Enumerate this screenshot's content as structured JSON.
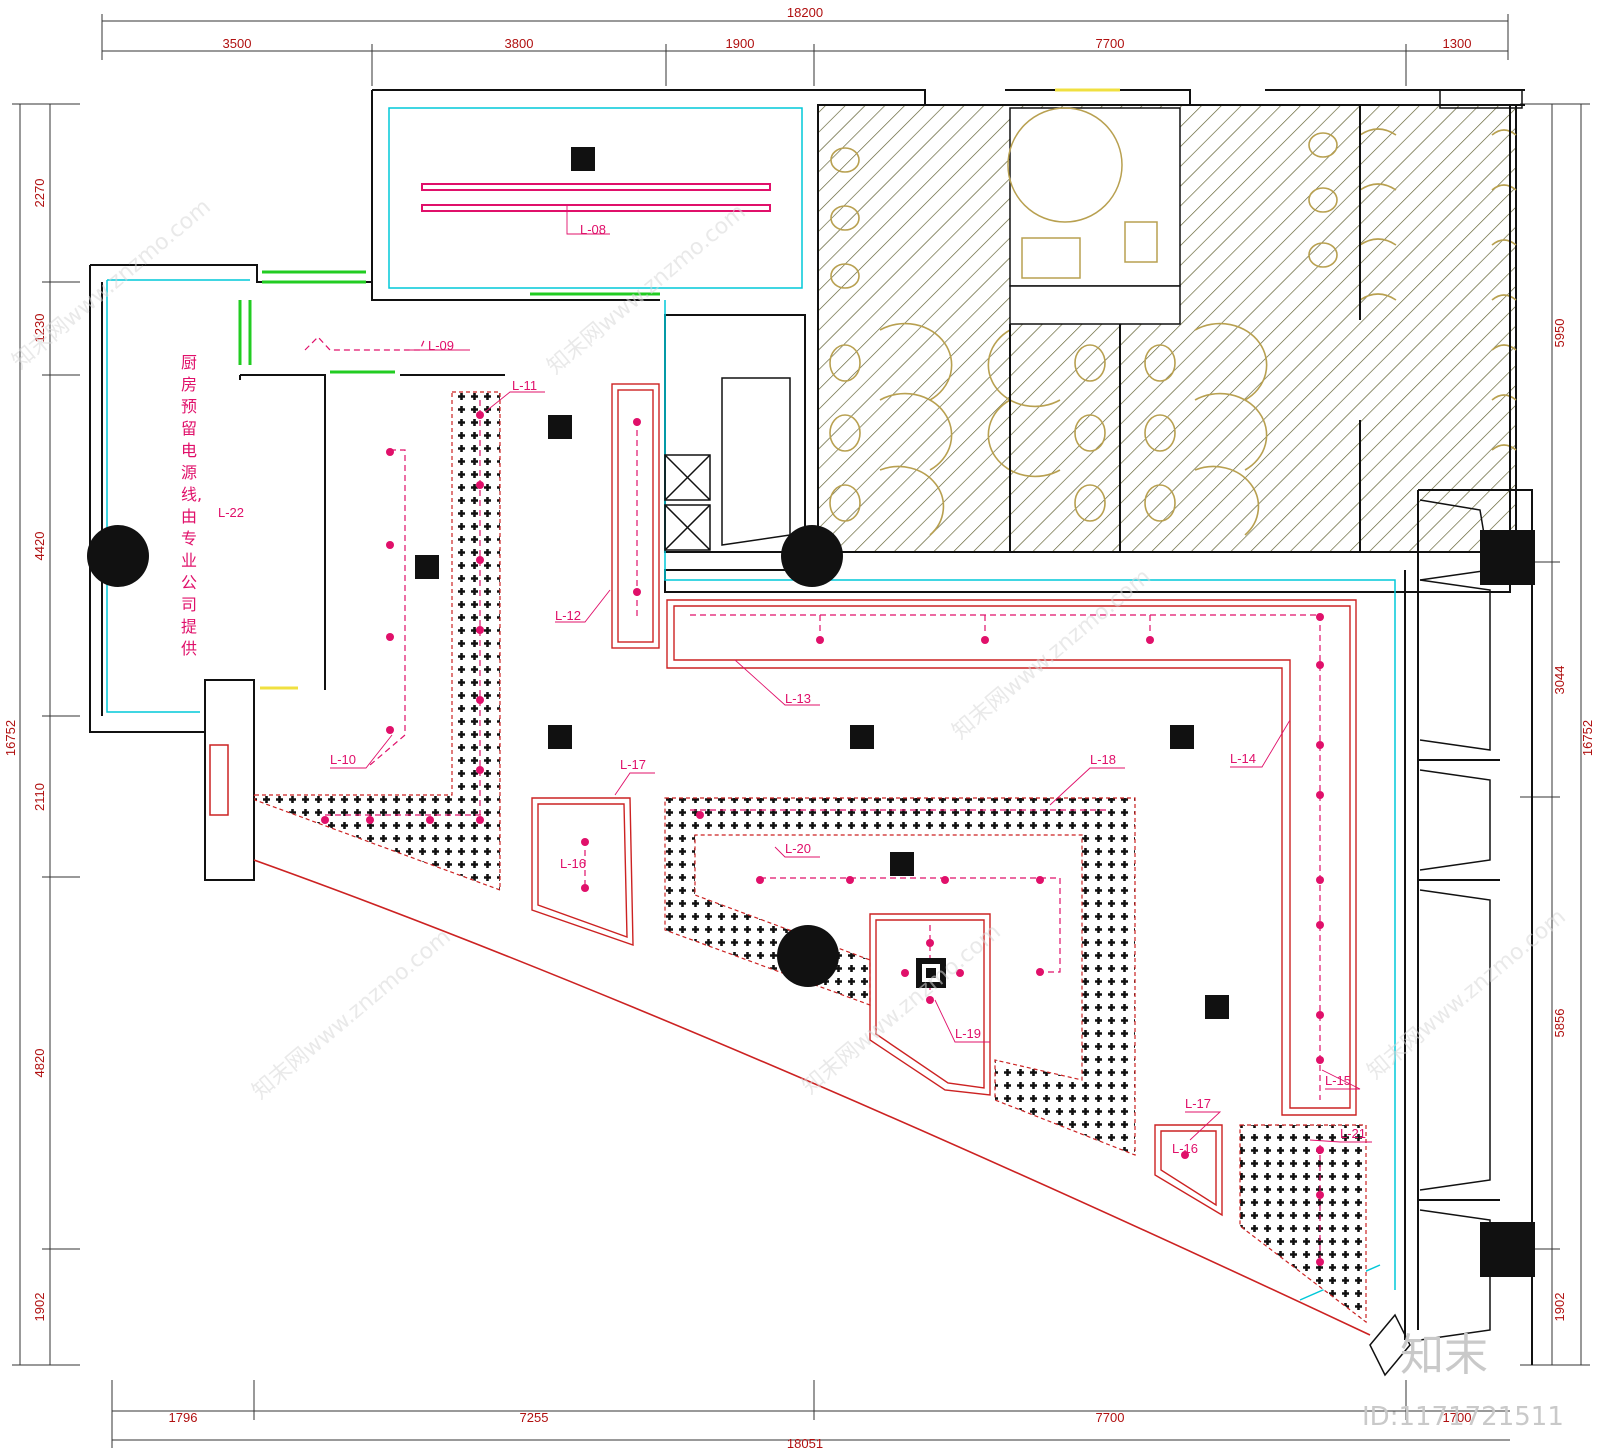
{
  "dimensions": {
    "top_total": "18200",
    "top": [
      "3500",
      "3800",
      "1900",
      "7700",
      "1300"
    ],
    "bottom_total": "18051",
    "bottom": [
      "1796",
      "7255",
      "7700",
      "1700"
    ],
    "left_total": "16752",
    "left": [
      "2270",
      "1230",
      "4420",
      "2110",
      "4820",
      "1902"
    ],
    "right_total": "16752",
    "right": [
      "5950",
      "3044",
      "5856",
      "1902"
    ]
  },
  "labels": {
    "l08": "L-08",
    "l09": "L-09",
    "l10": "L-10",
    "l11": "L-11",
    "l12": "L-12",
    "l13": "L-13",
    "l14": "L-14",
    "l15": "L-15",
    "l16a": "L-16",
    "l16b": "L-16",
    "l17a": "L-17",
    "l17b": "L-17",
    "l18": "L-18",
    "l19": "L-19",
    "l20": "L-20",
    "l21": "L-21",
    "l22": "L-22"
  },
  "kitchen_note": [
    "厨",
    "房",
    "预",
    "留",
    "电",
    "源",
    "线,",
    "由",
    "专",
    "业",
    "公",
    "司",
    "提",
    "供"
  ],
  "watermark": {
    "site": "知末网www.znzmo.com",
    "brand": "知末",
    "id": "ID:1171721511"
  },
  "colors": {
    "wall": "#111111",
    "dimension": "#b01010",
    "light": "#e0106a",
    "cyan": "#00c8d8",
    "green": "#22cc22",
    "yellow": "#f0e040",
    "hatch": "#5a5a2a",
    "fixture": "#b8a050"
  }
}
